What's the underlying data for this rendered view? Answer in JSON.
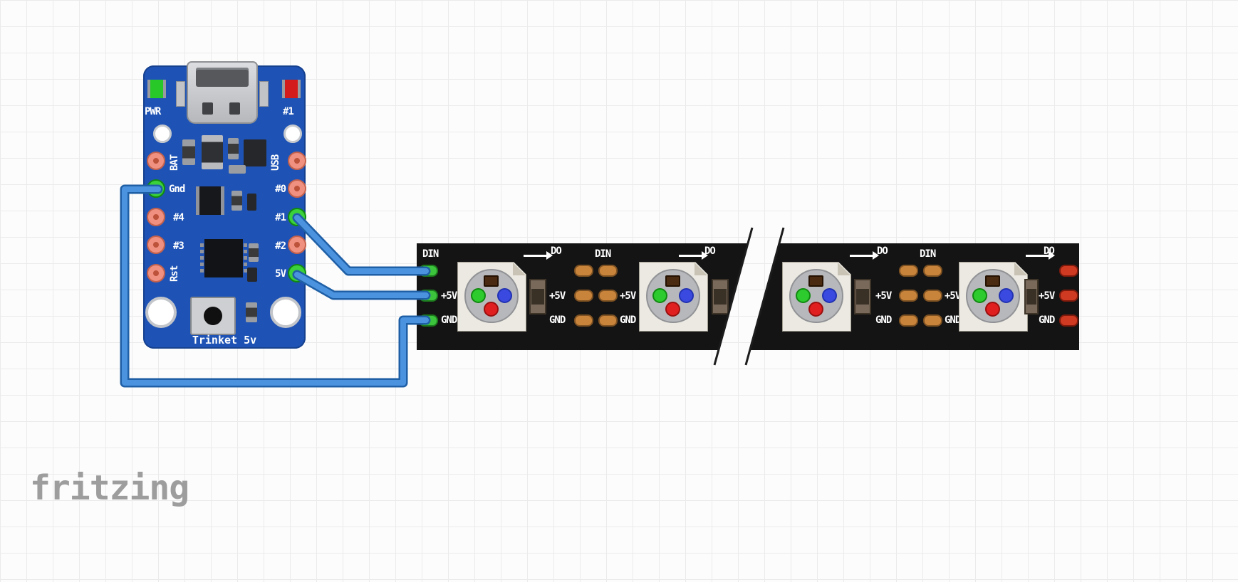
{
  "watermark": "fritzing",
  "trinket": {
    "board_label": "Trinket 5v",
    "pwr_label": "PWR",
    "led1_label": "#1",
    "left_pins": [
      {
        "label": "BAT",
        "connected": false
      },
      {
        "label": "Gnd",
        "connected": true
      },
      {
        "label": "#4",
        "connected": false
      },
      {
        "label": "#3",
        "connected": false
      },
      {
        "label": "Rst",
        "connected": false
      }
    ],
    "right_pins": [
      {
        "label": "USB",
        "connected": false
      },
      {
        "label": "#0",
        "connected": false
      },
      {
        "label": "#1",
        "connected": true
      },
      {
        "label": "#2",
        "connected": false
      },
      {
        "label": "5V",
        "connected": true
      }
    ]
  },
  "strip": {
    "labels": {
      "din": "DIN",
      "v5": "+5V",
      "gnd": "GND",
      "do": "DO"
    },
    "segments": 2,
    "leds_visible": 4
  },
  "wires": [
    {
      "name": "ground-wire",
      "color": "#4b93de",
      "from": "Trinket Gnd",
      "to": "Strip GND"
    },
    {
      "name": "data-wire",
      "color": "#4b93de",
      "from": "Trinket #1",
      "to": "Strip DIN"
    },
    {
      "name": "power-wire",
      "color": "#4b93de",
      "from": "Trinket 5V",
      "to": "Strip +5V"
    }
  ],
  "colors": {
    "board_blue": "#1e53b5",
    "wire_blue": "#4b93de",
    "strip_black": "#141414",
    "pad_copper": "#c9843c",
    "pad_green": "#3cc53c",
    "pad_red": "#cf3a22",
    "pin_pink": "#ef9080"
  }
}
